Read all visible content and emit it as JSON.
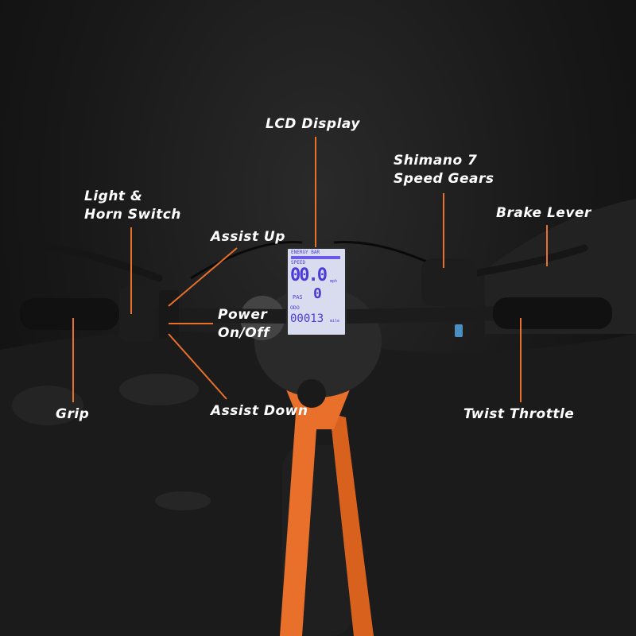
{
  "callouts": {
    "lcd_display": "LCD Display",
    "shimano_line1": "Shimano 7",
    "shimano_line2": "Speed Gears",
    "brake_lever": "Brake Lever",
    "light_line1": "Light &",
    "light_line2": "Horn Switch",
    "assist_up": "Assist Up",
    "power_line1": "Power",
    "power_line2": "On/Off",
    "assist_down": "Assist Down",
    "grip": "Grip",
    "twist_throttle": "Twist Throttle"
  },
  "lcd": {
    "energy_label": "ENERGY BAR",
    "speed_label": "SPEED",
    "speed_value": "00.0",
    "speed_unit": "mph",
    "pas_label": "PAS",
    "pas_value": "0",
    "odo_label": "ODO",
    "odo_value": "00013",
    "odo_unit": "mile"
  },
  "colors": {
    "accent": "#e8702a",
    "frame": "#e8702a",
    "lcd_text": "#4a3ad8",
    "background": "#141414"
  }
}
